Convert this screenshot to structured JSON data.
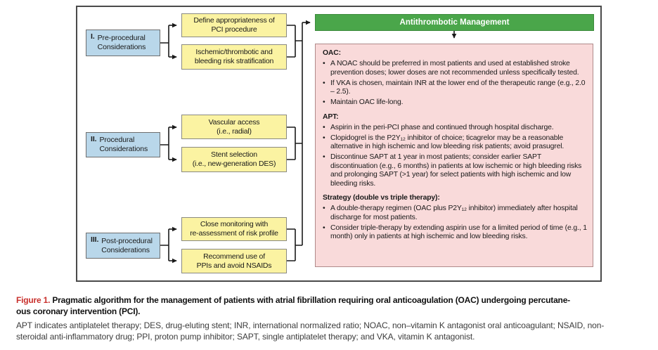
{
  "figure": {
    "header": "Antithrombotic Management",
    "stages": [
      {
        "numeral": "I.",
        "label_lines": [
          "Pre-procedural",
          "Considerations"
        ],
        "actions": [
          {
            "lines": [
              "Define appropriateness of",
              "PCI procedure"
            ]
          },
          {
            "lines": [
              "Ischemic/thrombotic and",
              "bleeding risk stratification"
            ]
          }
        ]
      },
      {
        "numeral": "II.",
        "label_lines": [
          "Procedural",
          "Considerations"
        ],
        "actions": [
          {
            "lines": [
              "Vascular access",
              "(i.e., radial)"
            ]
          },
          {
            "lines": [
              "Stent selection",
              "(i.e., new-generation DES)"
            ]
          }
        ]
      },
      {
        "numeral": "III.",
        "label_lines": [
          "Post-procedural",
          "Considerations"
        ],
        "actions": [
          {
            "lines": [
              "Close monitoring with",
              "re-assessment of risk profile"
            ]
          },
          {
            "lines": [
              "Recommend use of",
              "PPIs and avoid NSAIDs"
            ]
          }
        ]
      }
    ],
    "management": {
      "sections": [
        {
          "title": "OAC:",
          "bullets": [
            "A NOAC should be preferred in most patients and used at established stroke prevention doses; lower doses are not recommended unless specifically tested.",
            "If VKA is chosen, maintain INR at the lower end of the therapeutic range (e.g., 2.0 – 2.5).",
            "Maintain OAC life-long."
          ]
        },
        {
          "title": "APT:",
          "bullets": [
            "Aspirin in the peri-PCI phase and continued through hospital discharge.",
            "Clopidogrel is the P2Y₁₂ inhibitor of choice; ticagrelor may be a reasonable alternative in high ischemic and low bleeding risk patients; avoid prasugrel.",
            "Discontinue SAPT at 1 year in most patients; consider earlier SAPT discontinuation (e.g., 6 months) in patients at low ischemic or high bleeding risks and prolonging SAPT (>1 year) for select patients with high ischemic and low bleeding risks."
          ]
        },
        {
          "title": "Strategy (double vs triple therapy):",
          "bullets": [
            "A double-therapy regimen (OAC plus P2Y₁₂ inhibitor) immediately after hospital discharge for most patients.",
            "Consider triple-therapy by extending aspirin use for a limited period of time (e.g., 1 month) only in patients at high ischemic and low bleeding risks."
          ]
        }
      ]
    }
  },
  "caption": {
    "label": "Figure 1.",
    "title_lines": [
      "Pragmatic algorithm for the management of patients with atrial fibrillation requiring oral anticoagulation (OAC) undergoing percutane-",
      "ous coronary intervention (PCI)."
    ],
    "abbr_lines": [
      "APT indicates antiplatelet therapy; DES, drug-eluting stent; INR, international normalized ratio; NOAC, non–vitamin K antagonist oral anticoagulant; NSAID, non-",
      "steroidal anti-inflammatory drug; PPI, proton pump inhibitor; SAPT, single antiplatelet therapy; and VKA, vitamin K antagonist."
    ]
  },
  "colors": {
    "stage_blue": "#b9d7ea",
    "action_yellow": "#fbf3a2",
    "header_green": "#4aa64a",
    "panel_pink": "#f9dada",
    "figure_label_red": "#c9302c",
    "connector_black": "#1a1a1a"
  }
}
